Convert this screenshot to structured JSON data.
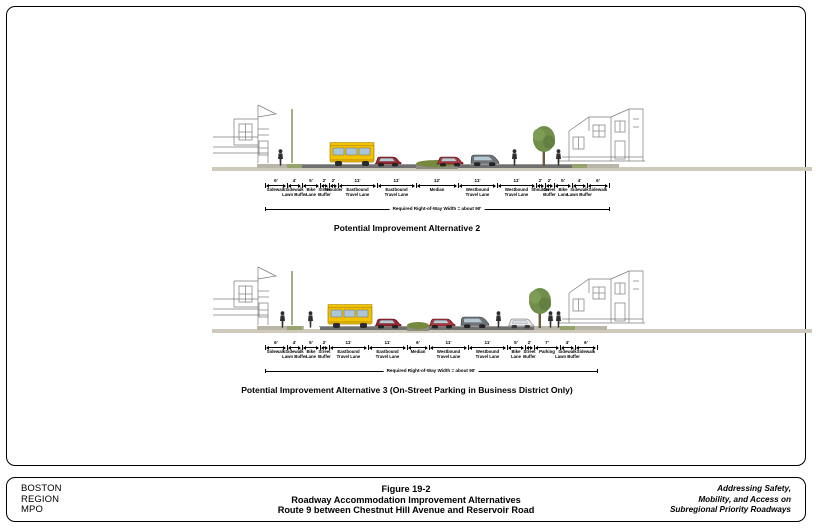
{
  "document": {
    "figure_number": "Figure 19-2",
    "figure_title": "Roadway Accommodation Improvement Alternatives",
    "figure_subtitle": "Route 9 between Chestnut Hill Avenue and Reservoir Road"
  },
  "footer": {
    "org_line1": "BOSTON",
    "org_line2": "REGION",
    "org_line3": "MPO",
    "tagline_line1": "Addressing Safety,",
    "tagline_line2": "Mobility, and Access on",
    "tagline_line3": "Subregional Priority Roadways"
  },
  "alternatives": [
    {
      "caption": "Potential Improvement Alternative 2",
      "row_label": "Required Right-of-Way Width = about 90'",
      "segments": [
        {
          "value": "6'",
          "label": "Sidewalk",
          "width": 22
        },
        {
          "value": "4'",
          "label": "Sidewalk\nLawn Buffer",
          "width": 15
        },
        {
          "value": "5'",
          "label": "Bike\nLane",
          "width": 18
        },
        {
          "value": "2'",
          "label": "Street\nBuffer",
          "width": 9
        },
        {
          "value": "2'",
          "label": "Shoulder",
          "width": 9
        },
        {
          "value": "11'",
          "label": "Eastbound\nTravel Lane",
          "width": 39
        },
        {
          "value": "11'",
          "label": "Eastbound\nTravel Lane",
          "width": 39
        },
        {
          "value": "12'",
          "label": "Median",
          "width": 42
        },
        {
          "value": "11'",
          "label": "Westbound\nTravel Lane",
          "width": 39
        },
        {
          "value": "11'",
          "label": "Westbound\nTravel Lane",
          "width": 39
        },
        {
          "value": "2'",
          "label": "Shoulder",
          "width": 9
        },
        {
          "value": "2'",
          "label": "Street\nBuffer",
          "width": 9
        },
        {
          "value": "5'",
          "label": "Bike\nLane",
          "width": 18
        },
        {
          "value": "4'",
          "label": "Sidewalk\nLawn Buffer",
          "width": 15
        },
        {
          "value": "6'",
          "label": "Sidewalk",
          "width": 22
        }
      ]
    },
    {
      "caption": "Potential Improvement Alternative 3 (On-Street Parking in Business District Only)",
      "row_label": "Required Right-of-Way Width = about 90'",
      "segments": [
        {
          "value": "6'",
          "label": "Sidewalk",
          "width": 22
        },
        {
          "value": "4'",
          "label": "Sidewalk\nLawn Buffer",
          "width": 15
        },
        {
          "value": "5'",
          "label": "Bike\nLane",
          "width": 18
        },
        {
          "value": "2'",
          "label": "Street\nBuffer",
          "width": 9
        },
        {
          "value": "11'",
          "label": "Eastbound\nTravel Lane",
          "width": 39
        },
        {
          "value": "11'",
          "label": "Eastbound\nTravel Lane",
          "width": 39
        },
        {
          "value": "6'",
          "label": "Median",
          "width": 22
        },
        {
          "value": "11'",
          "label": "Westbound\nTravel Lane",
          "width": 39
        },
        {
          "value": "11'",
          "label": "Westbound\nTravel Lane",
          "width": 39
        },
        {
          "value": "5'",
          "label": "Bike\nLane",
          "width": 18
        },
        {
          "value": "2'",
          "label": "Street\nBuffer",
          "width": 9
        },
        {
          "value": "7'",
          "label": "Parking",
          "width": 26
        },
        {
          "value": "4'",
          "label": "Sidewalk\nLawn Buffer",
          "width": 15
        },
        {
          "value": "6'",
          "label": "Sidewalk",
          "width": 22
        }
      ]
    }
  ],
  "scene": {
    "colors": {
      "school_bus": "#f2c200",
      "red_car": "#9e2430",
      "bright_red_car": "#b5313c",
      "gray_van": "#6e7478",
      "white_car": "#e8e8e6",
      "tree_foliage": "#6f8f4a",
      "median_planting": "#77893f",
      "pavement": "#6f6f6f",
      "sidewalk": "#b9b5a8",
      "grass": "#94a36a"
    },
    "vehicles_alt2": [
      "school-bus",
      "red-car",
      "red-car",
      "gray-van"
    ],
    "vehicles_alt3": [
      "school-bus",
      "red-car",
      "red-car",
      "gray-van",
      "white-parked-car"
    ],
    "people_alt2": 3,
    "people_alt3": 5,
    "trees_alt2": 1,
    "trees_alt3": 1
  }
}
